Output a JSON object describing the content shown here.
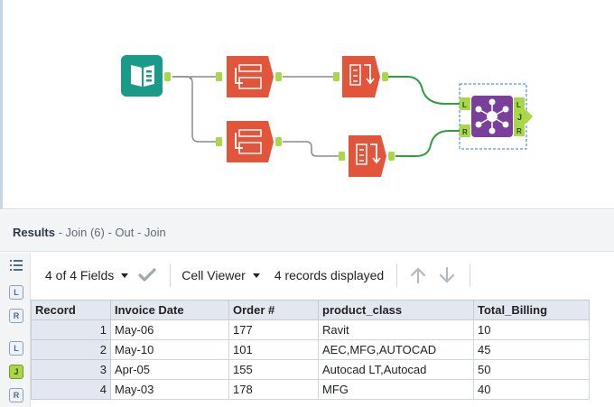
{
  "results_header": {
    "title": "Results",
    "crumb": " - Join (6) - Out - Join"
  },
  "side_bar": {
    "l_label": "L",
    "r_label": "R",
    "j_label": "J",
    "l2_label": "L",
    "r2_label": "R"
  },
  "toolbar": {
    "fields_label": "4 of 4 Fields",
    "viewer_label": "Cell Viewer",
    "records_label": "4 records displayed"
  },
  "workflow": {
    "join_anchor_l": "L",
    "join_anchor_r": "R",
    "join_out_l": "L",
    "join_out_j": "J",
    "join_out_r": "R",
    "colors": {
      "input": "#1a9b8a",
      "prep": "#e2553a",
      "join": "#7a3f9a",
      "connector": "#2e9e3f",
      "anchor": "#a8d84a"
    }
  },
  "table": {
    "columns": [
      "Record",
      "Invoice Date",
      "Order #",
      "product_class",
      "Total_Billing"
    ],
    "rows": [
      {
        "record": "1",
        "invoice_date": "May-06",
        "order": "177",
        "product_class": "Ravit",
        "total_billing": "10"
      },
      {
        "record": "2",
        "invoice_date": "May-10",
        "order": "101",
        "product_class": "AEC,MFG,AUTOCAD",
        "total_billing": "45"
      },
      {
        "record": "3",
        "invoice_date": "Apr-05",
        "order": "155",
        "product_class": "Autocad LT,Autocad",
        "total_billing": "50"
      },
      {
        "record": "4",
        "invoice_date": "May-03",
        "order": "178",
        "product_class": "MFG",
        "total_billing": "40"
      }
    ]
  }
}
